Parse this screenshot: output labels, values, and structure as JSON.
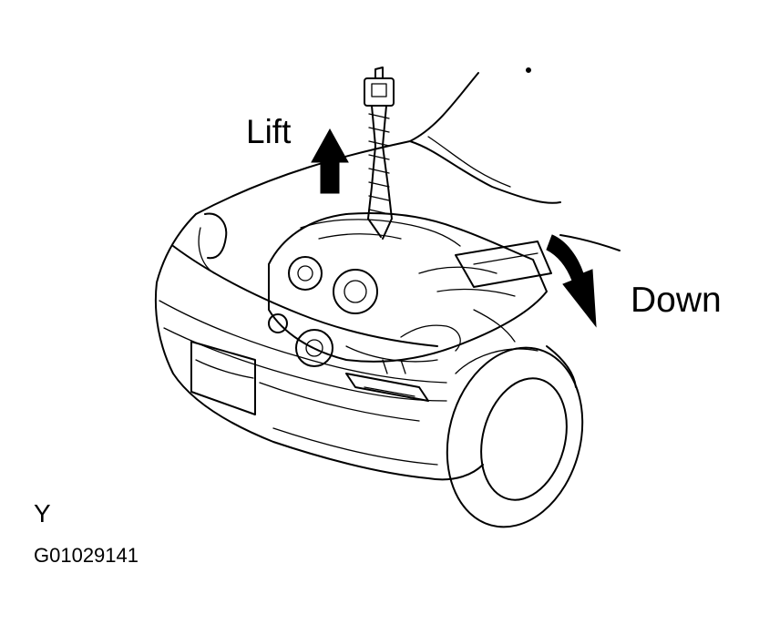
{
  "labels": {
    "lift": "Lift",
    "down": "Down",
    "view_letter": "Y",
    "figure_code": "G01029141"
  },
  "icons": {
    "lift_arrow": "arrow-up-icon",
    "down_arrow": "curved-arrow-down-icon",
    "hoist_hook": "hoist-hook-icon"
  },
  "colors": {
    "line": "#000000",
    "background": "#ffffff"
  }
}
